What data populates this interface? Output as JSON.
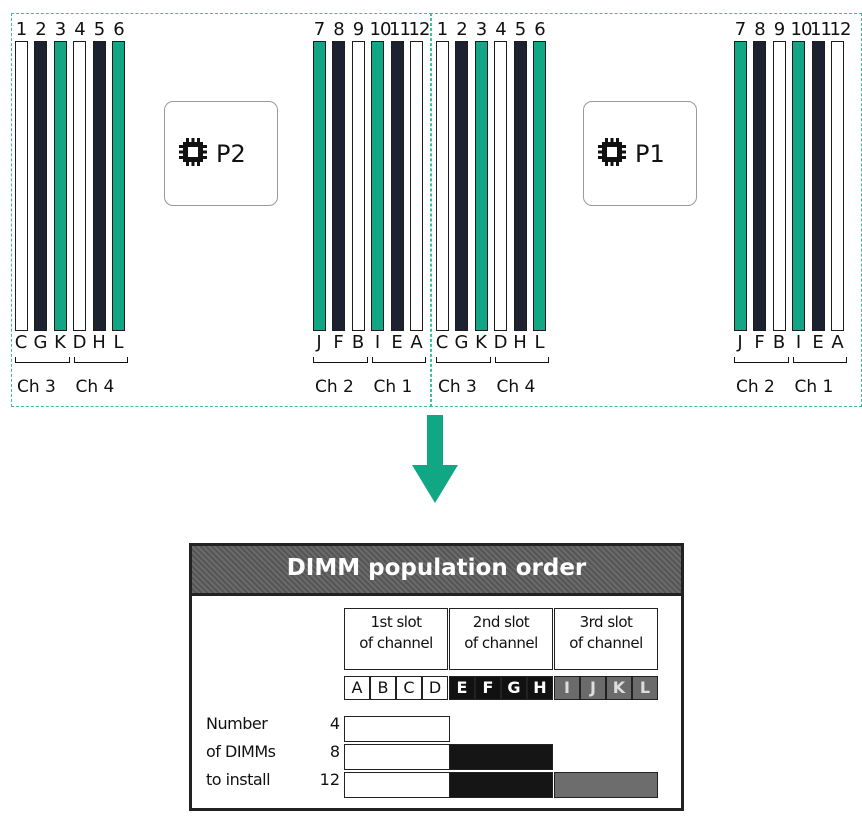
{
  "diagram": {
    "processor_left": {
      "label": "P2"
    },
    "processor_right": {
      "label": "P1"
    },
    "slot_numbers": [
      "1",
      "2",
      "3",
      "4",
      "5",
      "6",
      "7",
      "8",
      "9",
      "10",
      "11",
      "12"
    ],
    "slot_colors": {
      "white": "#ffffff",
      "black": "#1c2230",
      "teal": "#12a784"
    },
    "left_group": {
      "slots": [
        {
          "num": "1",
          "letter": "C",
          "color": "white"
        },
        {
          "num": "2",
          "letter": "G",
          "color": "black"
        },
        {
          "num": "3",
          "letter": "K",
          "color": "teal"
        },
        {
          "num": "4",
          "letter": "D",
          "color": "white"
        },
        {
          "num": "5",
          "letter": "H",
          "color": "black"
        },
        {
          "num": "6",
          "letter": "L",
          "color": "teal"
        }
      ],
      "channels": [
        "Ch 3",
        "Ch 4"
      ]
    },
    "right_group": {
      "slots": [
        {
          "num": "7",
          "letter": "J",
          "color": "teal"
        },
        {
          "num": "8",
          "letter": "F",
          "color": "black"
        },
        {
          "num": "9",
          "letter": "B",
          "color": "white"
        },
        {
          "num": "10",
          "letter": "I",
          "color": "teal"
        },
        {
          "num": "11",
          "letter": "E",
          "color": "black"
        },
        {
          "num": "12",
          "letter": "A",
          "color": "white"
        }
      ],
      "channels": [
        "Ch 2",
        "Ch 1"
      ]
    },
    "board_border_color": "#3bbf9c",
    "arrow_color": "#12a784"
  },
  "table": {
    "title": "DIMM population order",
    "groups": [
      {
        "line1": "1st slot",
        "line2": "of channel",
        "letters": [
          "A",
          "B",
          "C",
          "D"
        ],
        "style": "w"
      },
      {
        "line1": "2nd slot",
        "line2": "of channel",
        "letters": [
          "E",
          "F",
          "G",
          "H"
        ],
        "style": "b"
      },
      {
        "line1": "3rd slot",
        "line2": "of channel",
        "letters": [
          "I",
          "J",
          "K",
          "L"
        ],
        "style": "g"
      }
    ],
    "row_labels": [
      "Number",
      "of DIMMs",
      "to install"
    ],
    "rows": [
      {
        "count": "4",
        "filled_groups": 1
      },
      {
        "count": "8",
        "filled_groups": 2
      },
      {
        "count": "12",
        "filled_groups": 3
      }
    ]
  }
}
